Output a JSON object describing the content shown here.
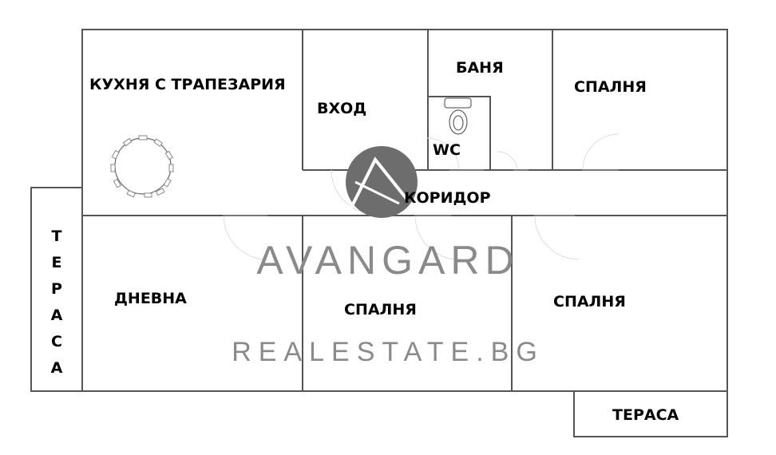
{
  "rooms": {
    "kitchen": "КУХНЯ С ТРАПЕЗАРИЯ",
    "entrance": "ВХОД",
    "bathroom": "БАНЯ",
    "wc": "WC",
    "bedroom_top": "СПАЛНЯ",
    "corridor": "КОРИДОР",
    "living": "ДНЕВНА",
    "bedroom_middle": "СПАЛНЯ",
    "bedroom_right": "СПАЛНЯ",
    "terrace_bottom": "ТЕРАСА",
    "terrace_left_letters": [
      "Т",
      "Е",
      "Р",
      "А",
      "С",
      "А"
    ]
  },
  "watermark": {
    "brand": "AVANGARD",
    "domain": "REALESTATE.BG"
  },
  "colors": {
    "wall": "#555555",
    "watermark": "#6d6d6d"
  }
}
